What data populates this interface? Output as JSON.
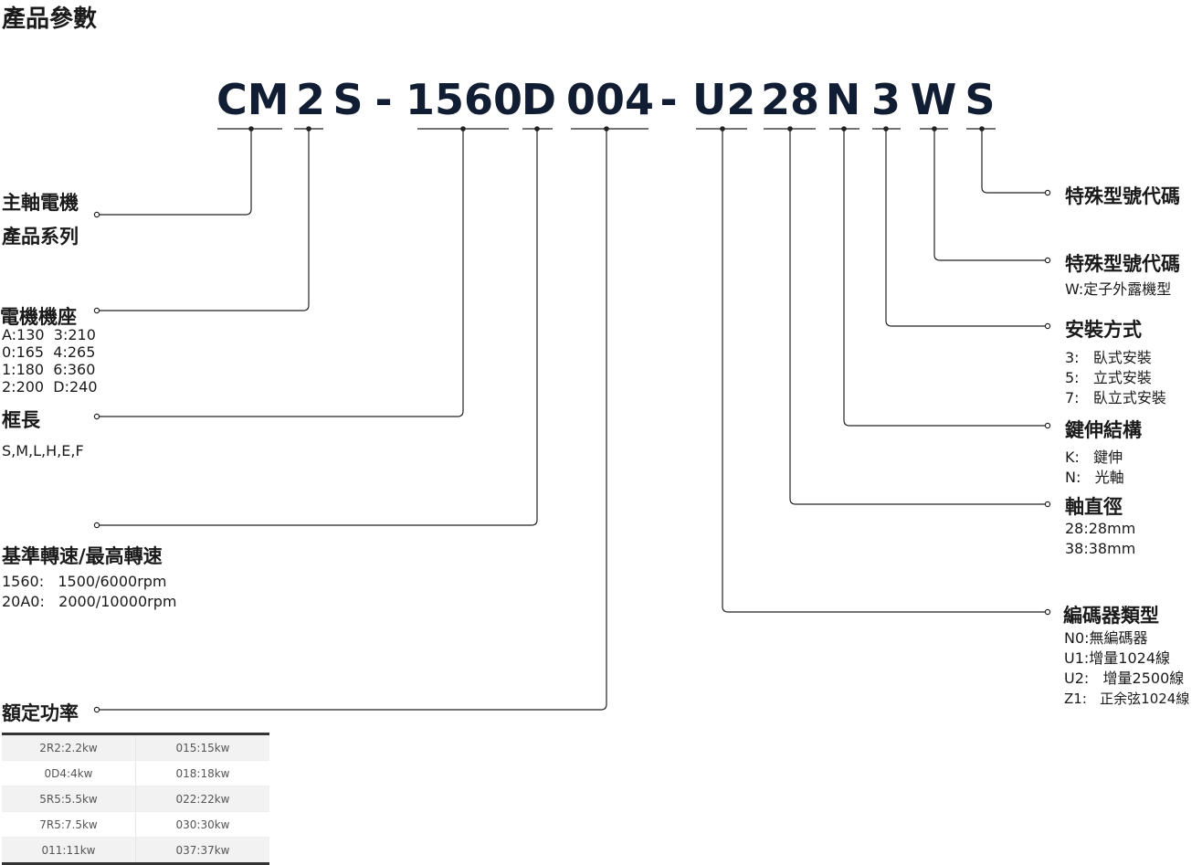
{
  "title": "產品參數",
  "code": {
    "segments": [
      "CM",
      "2",
      "S",
      "-",
      "1560",
      "D",
      "004",
      "-",
      "U2",
      "28",
      "N",
      "3",
      "W",
      "S"
    ]
  },
  "left": {
    "spindle_l1": "主軸電機",
    "spindle_l2": "產品系列",
    "frame_head": "電機機座",
    "frame_items": [
      "A:130  3:210",
      "0:165  4:265",
      "1:180  6:360",
      "2:200  D:240"
    ],
    "length_head": "框長",
    "length_items": "S,M,L,H,E,F",
    "speed_head": "基準轉速/最高轉速",
    "speed_items": [
      "1560:   1500/6000rpm",
      "20A0:   2000/10000rpm"
    ],
    "power_head": "額定功率",
    "power_table": [
      [
        "2R2:2.2kw",
        "015:15kw"
      ],
      [
        "0D4:4kw",
        "018:18kw"
      ],
      [
        "5R5:5.5kw",
        "022:22kw"
      ],
      [
        "7R5:7.5kw",
        "030:30kw"
      ],
      [
        "011:11kw",
        "037:37kw"
      ]
    ]
  },
  "right": {
    "special_head": "特殊型號代碼",
    "special2_head": "特殊型號代碼",
    "special2_items": [
      "W:定子外露機型"
    ],
    "mount_head": "安裝方式",
    "mount_items": [
      "3:   臥式安裝",
      "5:   立式安裝",
      "7:   臥立式安裝"
    ],
    "key_head": "鍵伸結構",
    "key_items": [
      "K:   鍵伸",
      "N:   光軸"
    ],
    "shaft_head": "軸直徑",
    "shaft_items": [
      "28:28mm",
      "38:38mm"
    ],
    "encoder_head": "編碼器類型",
    "encoder_items": [
      "N0:無編碼器",
      "U1:增量1024線",
      "U2:   增量2500線",
      "Z1:   正余弦1024線"
    ]
  },
  "colors": {
    "text": "#1a1a1a",
    "code": "#111d33",
    "line": "#222222"
  }
}
